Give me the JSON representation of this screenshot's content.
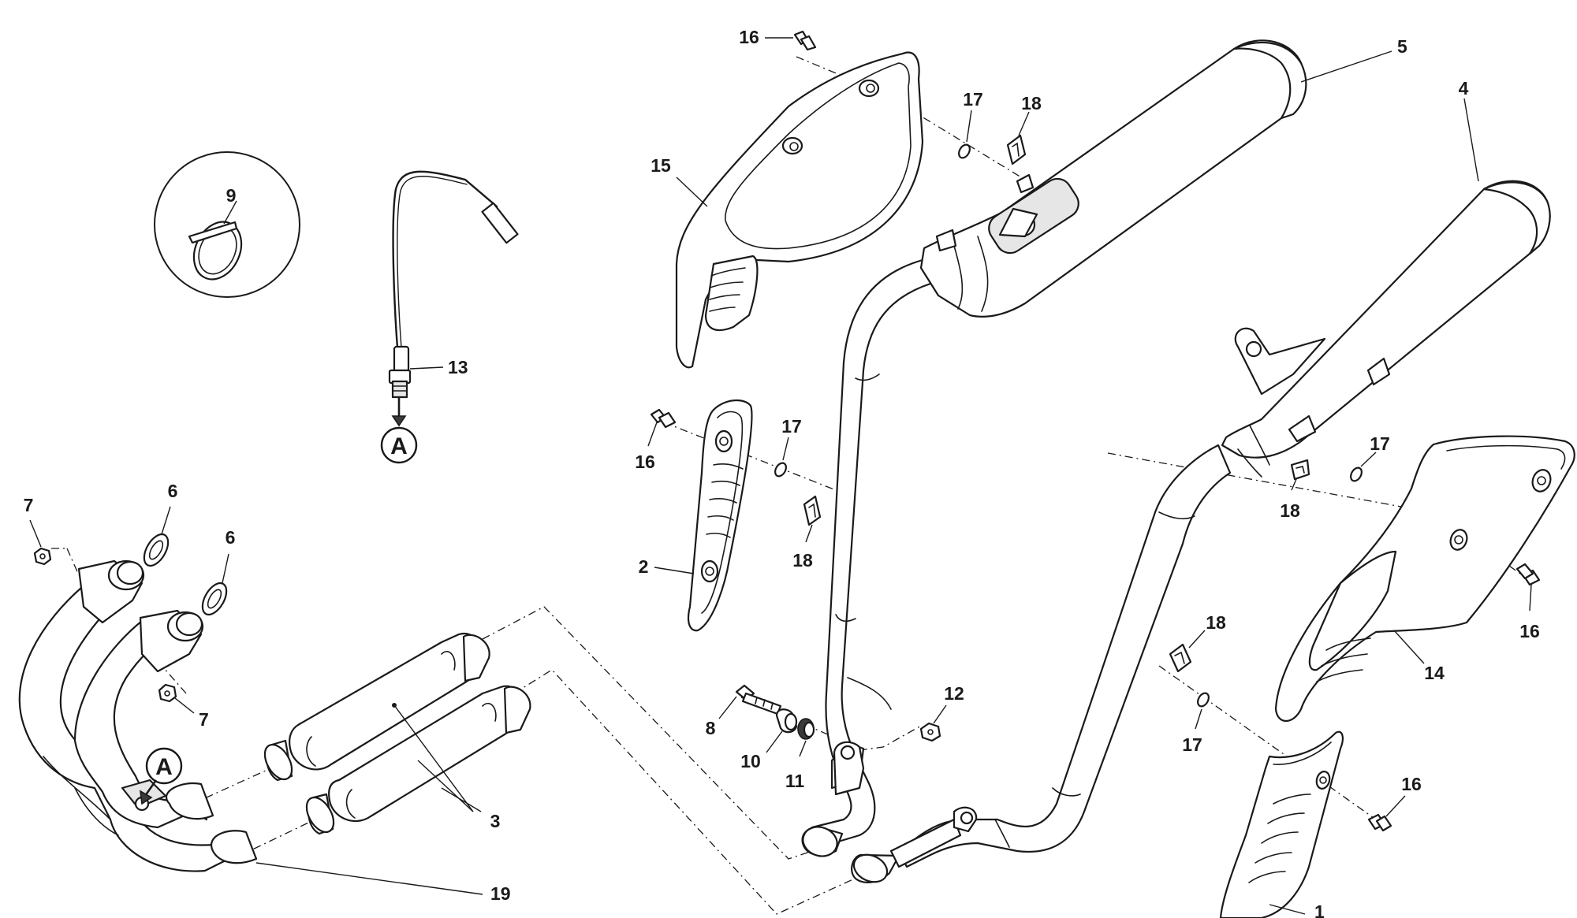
{
  "diagram": {
    "callouts": {
      "c1": "1",
      "c2": "2",
      "c3": "3",
      "c4": "4",
      "c5": "5",
      "c6a": "6",
      "c6b": "6",
      "c7a": "7",
      "c7b": "7",
      "c8": "8",
      "c9": "9",
      "c10": "10",
      "c11": "11",
      "c12": "12",
      "c13": "13",
      "c14": "14",
      "c15": "15",
      "c16a": "16",
      "c16b": "16",
      "c16c": "16",
      "c16d": "16",
      "c17a": "17",
      "c17b": "17",
      "c17c": "17",
      "c17d": "17",
      "c18a": "18",
      "c18b": "18",
      "c18c": "18",
      "c18d": "18",
      "c19": "19"
    },
    "reference_markers": {
      "sensor": "A",
      "header": "A"
    }
  }
}
